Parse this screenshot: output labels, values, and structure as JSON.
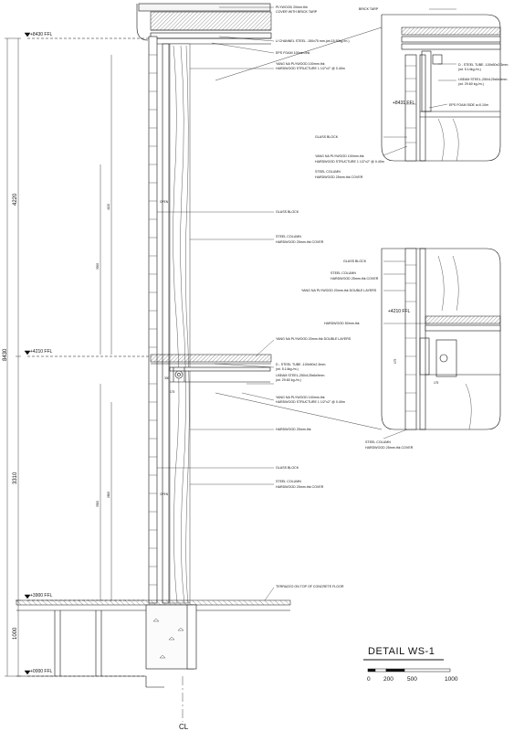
{
  "title": "DETAIL WS-1",
  "scale_bar": {
    "labels": [
      "0",
      "200",
      "500",
      "1000"
    ]
  },
  "centerline": "CL",
  "levels": [
    {
      "id": "lvl-8430",
      "label": "+8430 FFL"
    },
    {
      "id": "lvl-4210",
      "label": "+4210 FFL"
    },
    {
      "id": "lvl-3900",
      "label": "+3900 FFL"
    },
    {
      "id": "lvl-0",
      "label": "+0000 FFL"
    },
    {
      "id": "lvl-8431",
      "label": "+8431 FFL"
    },
    {
      "id": "lvl-4210b",
      "label": "+4210 FFL"
    }
  ],
  "dimensions": {
    "overall": "8430",
    "upper": "4220",
    "middle": "3310",
    "lower": "1000",
    "upper_inner_1": "4120",
    "upper_inner_2": "3900",
    "middle_inner_1": "2600",
    "middle_inner_2": "3300",
    "small_1": "300",
    "small_2": "175",
    "detail_a": "175",
    "detail_b": "175"
  },
  "annotations": {
    "plywood_top": "PLYWOOD 20mm.thk",
    "plywood_top_2": "COVER WITH BRICK TARP",
    "brick_tarp": "BRICK TARP",
    "u_channel": "U CHANNEL STEEL -150x75 mm.(wt.15.50kg./m.)",
    "eps_foam": "EPS FOAM 100mm.thk",
    "yang_ply_a": "YANG NA PLYWOOD 100mm.thk",
    "hardwood_struct_a": "HARDWOOD STRUCTURE 1 1/2\"x2\" @ 0.40m",
    "d_steel_tube_a": "D - STEEL TUBE -100x50x2.3mm.",
    "d_steel_tube_a_2": "(wt. 5.14kg./m.)",
    "i_beam_a": "I-BEAM STEEL-250x125x6x9mm.",
    "i_beam_a_2": "(wt. 29.60 kg./m.)",
    "eps_side": "EPS FOAM SIDE a=0.10m",
    "glass_block_a": "GLASS BLOCK",
    "yang_ply_b": "YANG NA PLYWOOD 100mm.thk",
    "hardwood_struct_b": "HARDWOOD STRUCTURE 1 1/2\"x2\" @ 0.40m",
    "steel_column_a": "STEEL COLUMN",
    "hardwood_cover_a": "HARDWOOD 25mm.thk COVER",
    "glass_block_b": "GLASS BLOCK",
    "steel_column_b": "STEEL COLUMN",
    "hardwood_cover_b": "HARDWOOD 25mm.thk COVER",
    "glass_block_c": "GLASS BLOCK",
    "steel_column_c": "STEEL COLUMN",
    "hardwood_cover_c": "HARDWOOD 25mm.thk COVER",
    "yang_double_a": "YANG NA PLYWOOD 20mm.thk DOUBLE LAYERS",
    "hardwood_50": "HARDWOOD 50mm.thk",
    "yang_double_b": "YANG NA PLYWOOD 20mm.thk DOUBLE LAYERS",
    "d_steel_tube_b": "D - STEEL TUBE -100x50x2.3mm.",
    "d_steel_tube_b_2": "(wt. 5.14kg./m.)",
    "i_beam_b": "I-BEAM STEEL-250x125x6x9mm.",
    "i_beam_b_2": "(wt. 29.60 kg./m.)",
    "yang_ply_c": "YANG NA PLYWOOD 100mm.thk",
    "hardwood_struct_c": "HARDWOOD STRUCTURE 1 1/2\"x2\" @ 0.40m",
    "hardwood_25": "HARDWOOD 25mm.thk",
    "glass_block_d": "GLASS BLOCK",
    "steel_column_d": "STEEL COLUMN",
    "hardwood_cover_d": "HARDWOOD 25mm.thk COVER",
    "steel_column_e": "STEEL COLUMN",
    "hardwood_cover_e": "HARDWOOD 25mm.thk COVER",
    "terrazzo": "TERRAZZO ON TOP OF CONCRETE FLOOR",
    "open_a": "OPEN",
    "open_b": "OPEN"
  }
}
